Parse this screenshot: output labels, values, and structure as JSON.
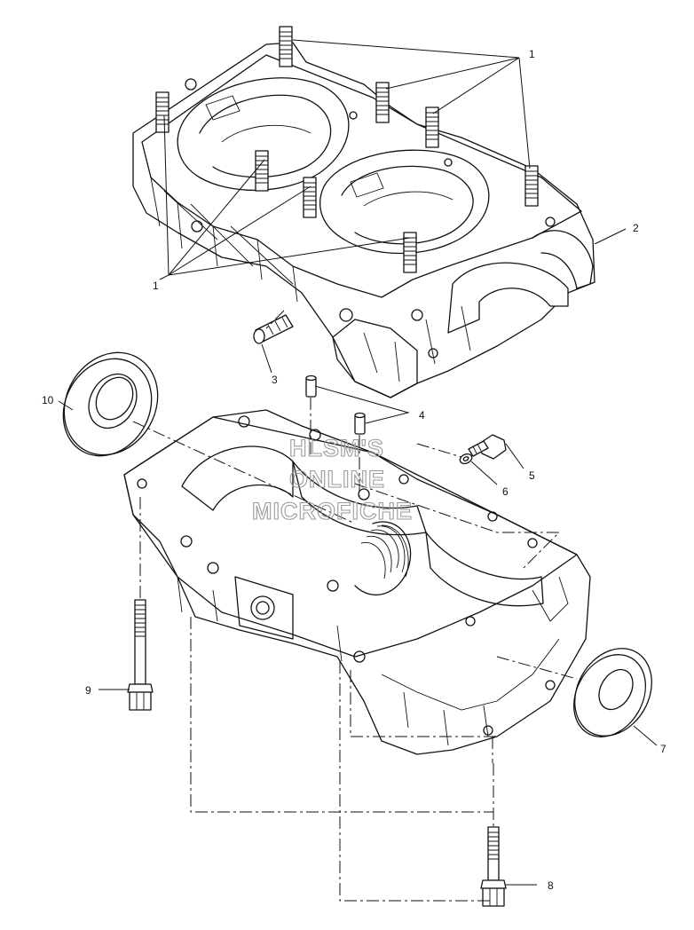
{
  "callouts": {
    "c1a": "1",
    "c1b": "1",
    "c2": "2",
    "c3": "3",
    "c4": "4",
    "c5": "5",
    "c6": "6",
    "c7": "7",
    "c8": "8",
    "c9": "9",
    "c10": "10"
  },
  "watermark": {
    "line1": "HLSM'S",
    "line2": "ONLINE",
    "line3": "MICROFICHE"
  }
}
